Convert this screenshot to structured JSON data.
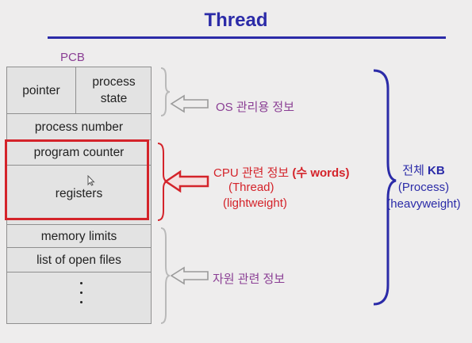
{
  "slide": {
    "title": "Thread",
    "pcb_label": "PCB"
  },
  "pcb": {
    "pointer": "pointer",
    "process_state_line1": "process",
    "process_state_line2": "state",
    "process_number": "process number",
    "program_counter": "program counter",
    "registers": "registers",
    "memory_limits": "memory limits",
    "open_files": "list of open files"
  },
  "annotations": {
    "os_info": "OS 관리용 정보",
    "cpu_info_prefix": "CPU 관련 정보 ",
    "cpu_info_words": "(수 words)",
    "thread": "(Thread)",
    "lightweight": "(lightweight)",
    "resource_info": "자원 관련 정보",
    "whole_prefix": "전체 ",
    "whole_kb": "KB",
    "process": "(Process)",
    "heavyweight": "(heavyweight)"
  },
  "colors": {
    "title": "#2b2ba8",
    "highlight": "#d4232a",
    "annotation": "#8a3e94",
    "brace_blue": "#2b2ba8"
  },
  "icons": [
    "hollow-left-arrow-icon",
    "red-left-arrow-icon",
    "mouse-cursor-icon"
  ]
}
